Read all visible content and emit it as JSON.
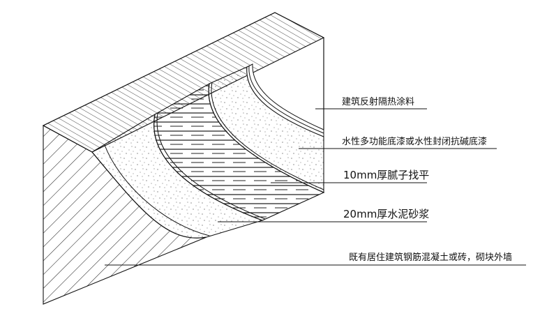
{
  "labels": {
    "reflective_coating": "建筑反射隔热涂料",
    "primer": "水性多功能底漆或水性封闭抗碱底漆",
    "putty": "10mm厚腻子找平",
    "mortar": "20mm厚水泥砂浆",
    "wall": "既有居住建筑钢筋混凝土或砖，砌块外墙"
  }
}
